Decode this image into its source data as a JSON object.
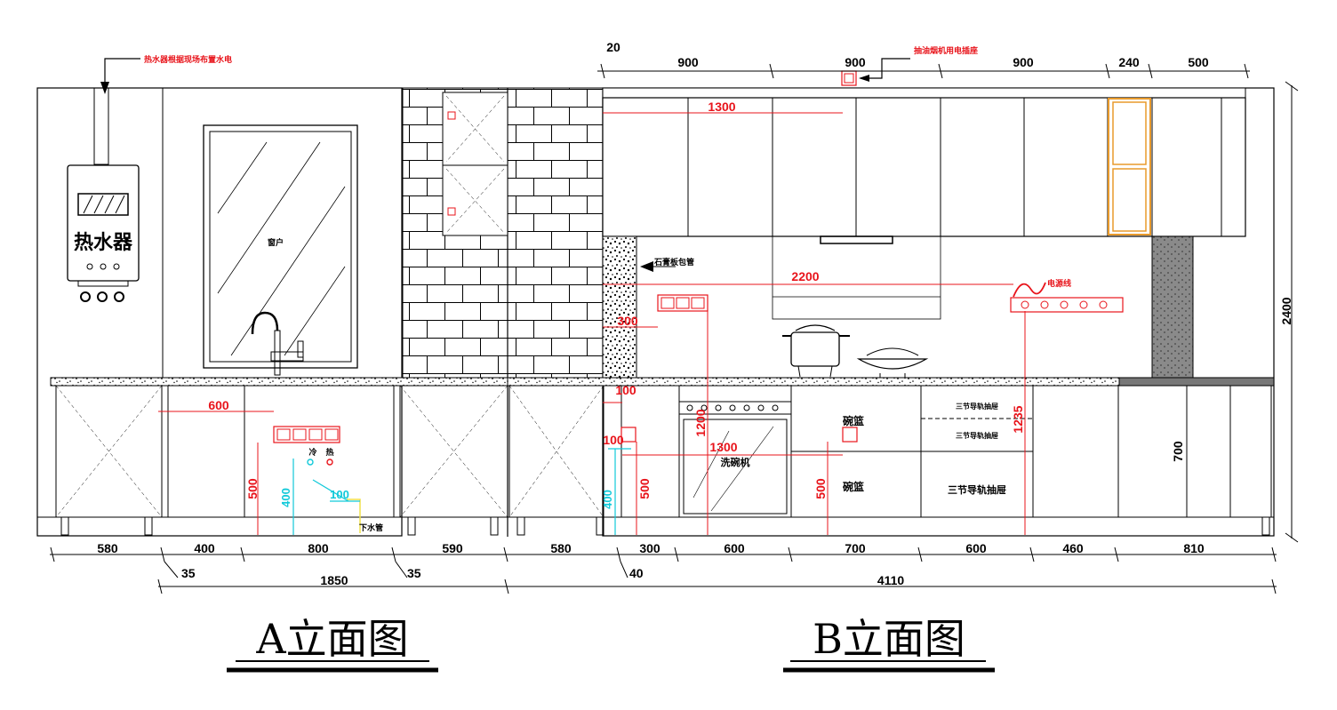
{
  "titles": {
    "a": "A立面图",
    "b": "B立面图"
  },
  "labels": {
    "water_heater": "热水器",
    "window": "窗户",
    "dishwasher": "洗碗机",
    "bowl_basket_upper": "碗篮",
    "bowl_basket_lower": "碗篮",
    "drawer_a": "三节导轨抽屉",
    "drawer_b": "三节导轨抽屉",
    "drawer_c": "三节导轨抽屉",
    "faucet_cold": "冷",
    "faucet_hot": "热",
    "drain": "下水管"
  },
  "notes": {
    "heater_note": "热水器根据现场布置水电",
    "top_socket_note": "抽油烟机用电插座",
    "pipe_note": "石膏板包管",
    "cable_note": "电源线"
  },
  "dims_bottom": [
    "580",
    "400",
    "800",
    "590",
    "580",
    "300",
    "600",
    "700",
    "600",
    "460",
    "810"
  ],
  "dims_small": {
    "a": "35",
    "b": "35",
    "c": "40"
  },
  "dims_total": {
    "a": "1850",
    "b": "4110"
  },
  "dims_top": [
    "20",
    "900",
    "900",
    "900",
    "240",
    "500"
  ],
  "dims_right": {
    "height": "2400",
    "base_cabinet": "700"
  },
  "dims_red": {
    "d1300_top": "1300",
    "d2200": "2200",
    "d300": "300",
    "d600": "600",
    "d500_a": "500",
    "d100_a": "100",
    "d100_b": "100",
    "d1300_b": "1300",
    "d1200": "1200",
    "d500_b": "500",
    "d500_c": "500",
    "d1235": "1235"
  },
  "dims_cyan": {
    "d400_a": "400",
    "d100": "100",
    "d400_b": "400"
  },
  "colors": {
    "red": "#e8141b",
    "cyan": "#11c9d9",
    "orange": "#e89a2c",
    "yellow": "#f0e14a"
  }
}
